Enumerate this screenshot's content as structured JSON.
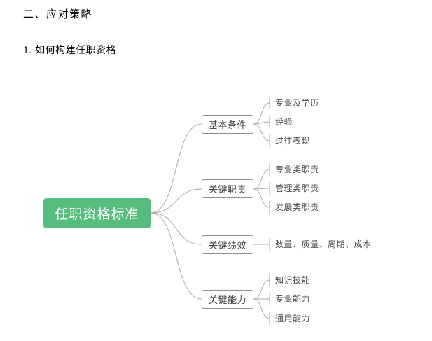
{
  "document": {
    "section_title": "二、应对策略",
    "item_title": "1. 如何构建任职资格"
  },
  "mindmap": {
    "root": {
      "label": "任职资格标准"
    },
    "branches": [
      {
        "label": "基本条件",
        "children": [
          "专业及学历",
          "经验",
          "过往表现"
        ]
      },
      {
        "label": "关键职责",
        "children": [
          "专业类职责",
          "管理类职责",
          "发展类职责"
        ]
      },
      {
        "label": "关键绩效",
        "children": [
          "数量、质量、周期、成本"
        ]
      },
      {
        "label": "关键能力",
        "children": [
          "知识技能",
          "专业能力",
          "通用能力"
        ]
      }
    ]
  },
  "colors": {
    "root-bg": "#57bd7e",
    "root-text": "#ffffff",
    "line": "#a9a9a9",
    "branch-border": "#8f8f8f",
    "branch-text": "#3a3a3a",
    "leaf-text": "#474747",
    "heading-text": "#000000"
  }
}
